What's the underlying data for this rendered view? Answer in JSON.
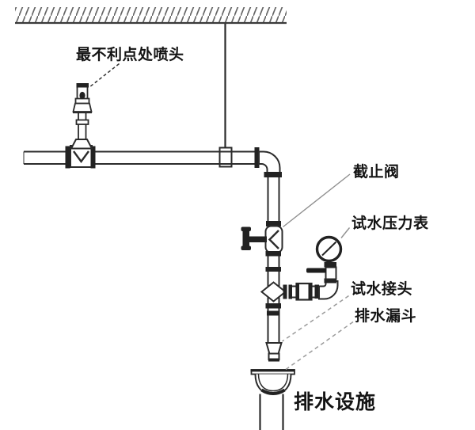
{
  "labels": {
    "sprinkler_head": "最不利点处喷头",
    "stop_valve": "截止阀",
    "test_pressure_gauge": "试水压力表",
    "test_connector": "试水接头",
    "drain_funnel": "排水漏斗",
    "drain_facility": "排水设施"
  },
  "colors": {
    "line": "#2b2b2b",
    "fitting_fill": "#222222",
    "leader_gray": "#8f8f8f",
    "hatch": "#666666",
    "text": "#141414",
    "background": "#ffffff"
  }
}
